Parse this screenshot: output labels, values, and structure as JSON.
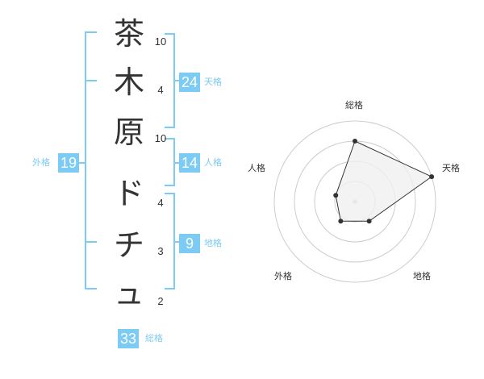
{
  "name": {
    "characters": [
      {
        "char": "茶",
        "strokes": "10"
      },
      {
        "char": "木",
        "strokes": "4"
      },
      {
        "char": "原",
        "strokes": "10"
      },
      {
        "char": "ド",
        "strokes": "4"
      },
      {
        "char": "チ",
        "strokes": "3"
      },
      {
        "char": "ュ",
        "strokes": "2"
      }
    ]
  },
  "kakusu": {
    "tenkaku": {
      "value": "24",
      "label": "天格"
    },
    "jinkaku": {
      "value": "14",
      "label": "人格"
    },
    "chikaku": {
      "value": "9",
      "label": "地格"
    },
    "gaikaku": {
      "value": "19",
      "label": "外格"
    },
    "soukaku": {
      "value": "33",
      "label": "総格"
    }
  },
  "colors": {
    "accent": "#7ccbf4",
    "text": "#333333",
    "grid": "#cccccc",
    "fill": "#f0f0f0"
  },
  "chart_data": {
    "type": "radar",
    "axes": [
      "総格",
      "天格",
      "地格",
      "外格",
      "人格"
    ],
    "rings": 4,
    "values": [
      0.75,
      1.0,
      0.3,
      0.3,
      0.25
    ]
  }
}
